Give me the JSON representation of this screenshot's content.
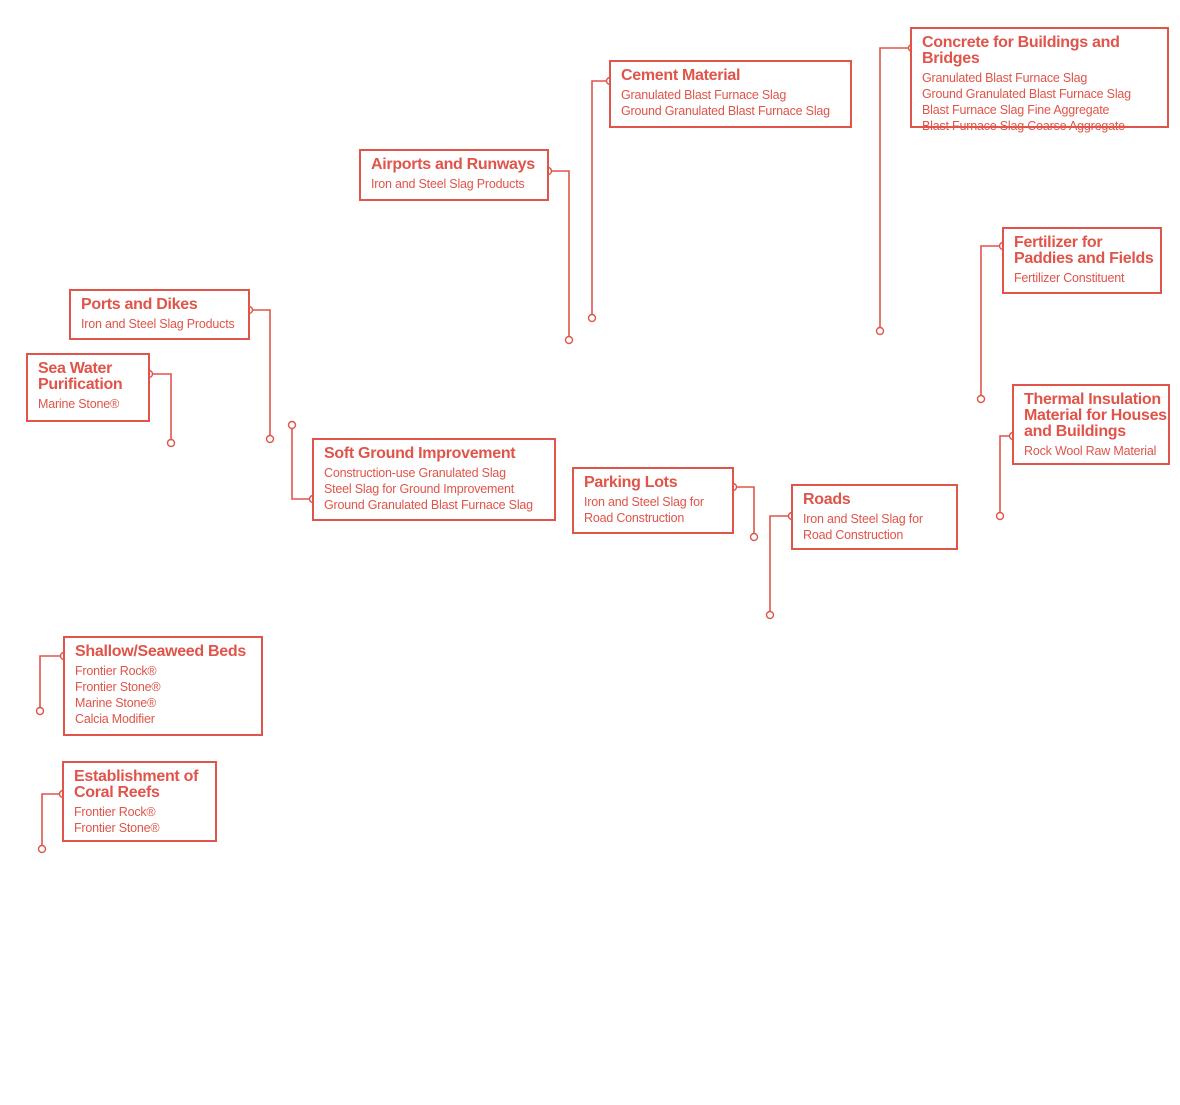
{
  "colors": {
    "accent": "#e0544a",
    "background": "#ffffff"
  },
  "callouts": {
    "concrete": {
      "title": "Concrete for Buildings and Bridges",
      "items": [
        "Granulated Blast Furnace Slag",
        "Ground Granulated Blast Furnace Slag",
        "Blast Furnace Slag Fine Aggregate",
        "Blast Furnace Slag Coarse Aggregate"
      ]
    },
    "cement": {
      "title": "Cement Material",
      "items": [
        "Granulated Blast Furnace Slag",
        "Ground Granulated Blast Furnace Slag"
      ]
    },
    "airports": {
      "title": "Airports and Runways",
      "items": [
        "Iron and Steel Slag Products"
      ]
    },
    "fertilizer": {
      "title": "Fertilizer for Paddies and Fields",
      "items": [
        "Fertilizer Constituent"
      ]
    },
    "ports": {
      "title": "Ports and Dikes",
      "items": [
        "Iron and Steel Slag Products"
      ]
    },
    "seawater": {
      "title": "Sea Water Purification",
      "items": [
        "Marine Stone®"
      ]
    },
    "thermal": {
      "title": "Thermal Insulation Material for Houses and Buildings",
      "items": [
        "Rock Wool Raw Material"
      ]
    },
    "soft": {
      "title": "Soft Ground Improvement",
      "items": [
        "Construction-use Granulated Slag",
        "Steel Slag for Ground Improvement",
        "Ground Granulated Blast Furnace Slag"
      ]
    },
    "parking": {
      "title": "Parking Lots",
      "items": [
        "Iron and Steel Slag for Road Construction"
      ]
    },
    "roads": {
      "title": "Roads",
      "items": [
        "Iron and Steel Slag for Road Construction"
      ]
    },
    "shallow": {
      "title": "Shallow/Seaweed Beds",
      "items": [
        "Frontier Rock®",
        "Frontier Stone®",
        "Marine Stone®",
        "Calcia Modifier"
      ]
    },
    "coral": {
      "title": "Establishment of Coral Reefs",
      "items": [
        "Frontier Rock®",
        "Frontier Stone®"
      ]
    }
  }
}
